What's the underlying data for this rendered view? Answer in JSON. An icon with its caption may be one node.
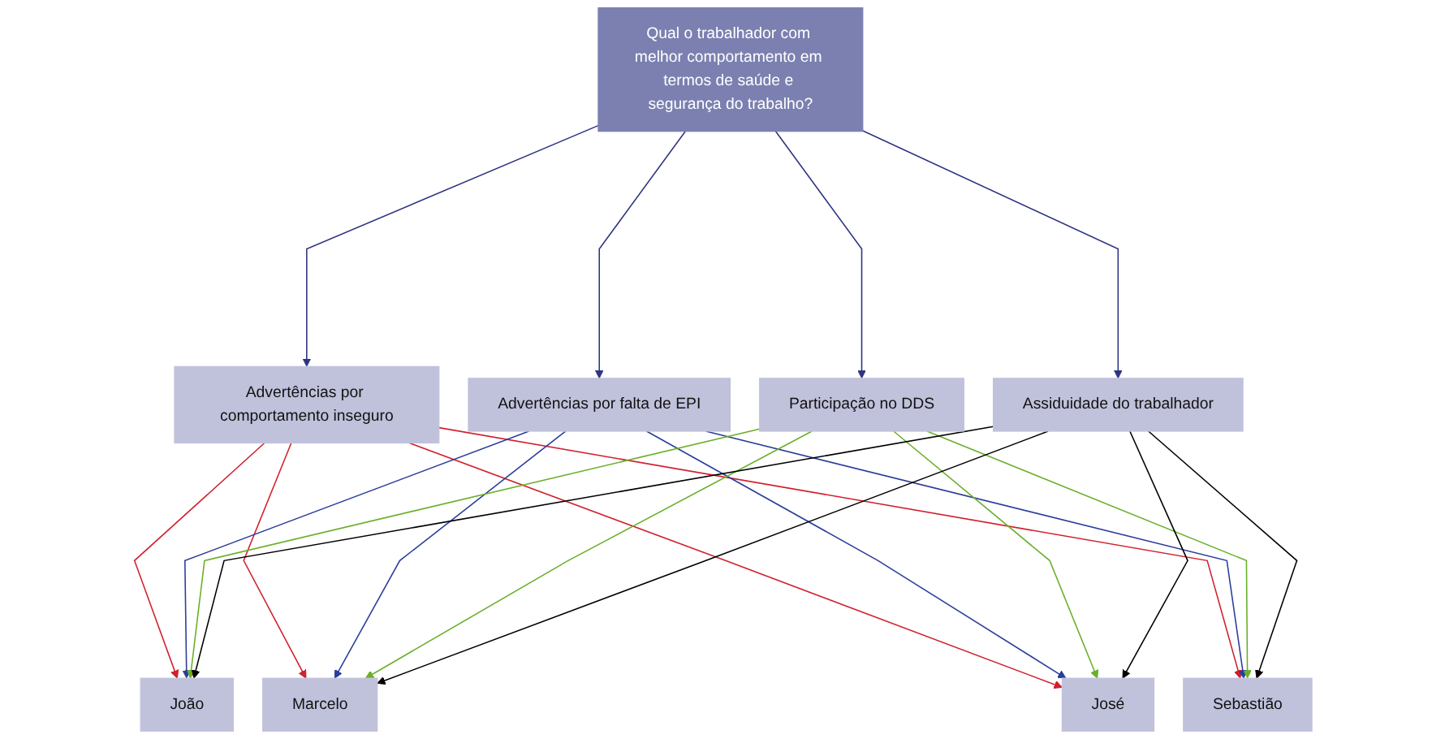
{
  "diagram": {
    "nodes": [
      {
        "text": [
          "Qual o trabalhador com melhor comportamento em termos de saúde e segurança do trabalho?"
        ]
      },
      {
        "text": [
          "Advertências por comportamento inseguro"
        ]
      },
      {
        "text": [
          "Advertências por falta de EPI"
        ]
      },
      {
        "text": [
          "Participação no DDS"
        ]
      },
      {
        "text": [
          "Assiduidade do trabalhador"
        ]
      },
      {
        "text": [
          "João"
        ]
      },
      {
        "text": [
          "Marcelo"
        ]
      },
      {
        "text": [
          "José"
        ]
      },
      {
        "text": [
          "Sebastião"
        ]
      }
    ],
    "edges": [
      {
        "from": 0,
        "to": 1,
        "arrow": "to",
        "color": "#2e3480"
      },
      {
        "from": 0,
        "to": 2,
        "arrow": "to",
        "color": "#2e3480"
      },
      {
        "from": 0,
        "to": 3,
        "arrow": "to",
        "color": "#2e3480"
      },
      {
        "from": 0,
        "to": 4,
        "arrow": "to",
        "color": "#2e3480"
      },
      {
        "from": 1,
        "to": 5,
        "arrow": "to",
        "color": "#d0202e"
      },
      {
        "from": 1,
        "to": 6,
        "arrow": "to",
        "color": "#d0202e"
      },
      {
        "from": 1,
        "to": 7,
        "arrow": "to",
        "color": "#d0202e"
      },
      {
        "from": 1,
        "to": 8,
        "arrow": "to",
        "color": "#d0202e"
      },
      {
        "from": 2,
        "to": 5,
        "arrow": "to",
        "color": "#2b3d9a"
      },
      {
        "from": 2,
        "to": 6,
        "arrow": "to",
        "color": "#2b3d9a"
      },
      {
        "from": 2,
        "to": 7,
        "arrow": "to",
        "color": "#2b3d9a"
      },
      {
        "from": 2,
        "to": 8,
        "arrow": "to",
        "color": "#2b3d9a"
      },
      {
        "from": 3,
        "to": 5,
        "arrow": "to",
        "color": "#6aaf2a"
      },
      {
        "from": 3,
        "to": 6,
        "arrow": "to",
        "color": "#6aaf2a"
      },
      {
        "from": 3,
        "to": 7,
        "arrow": "to",
        "color": "#6aaf2a"
      },
      {
        "from": 3,
        "to": 8,
        "arrow": "to",
        "color": "#6aaf2a"
      },
      {
        "from": 4,
        "to": 5,
        "arrow": "to",
        "color": "#000000"
      },
      {
        "from": 4,
        "to": 6,
        "arrow": "to",
        "color": "#000000"
      },
      {
        "from": 4,
        "to": 7,
        "arrow": "to",
        "color": "#000000"
      },
      {
        "from": 4,
        "to": 8,
        "arrow": "to",
        "color": "#000000"
      }
    ]
  }
}
